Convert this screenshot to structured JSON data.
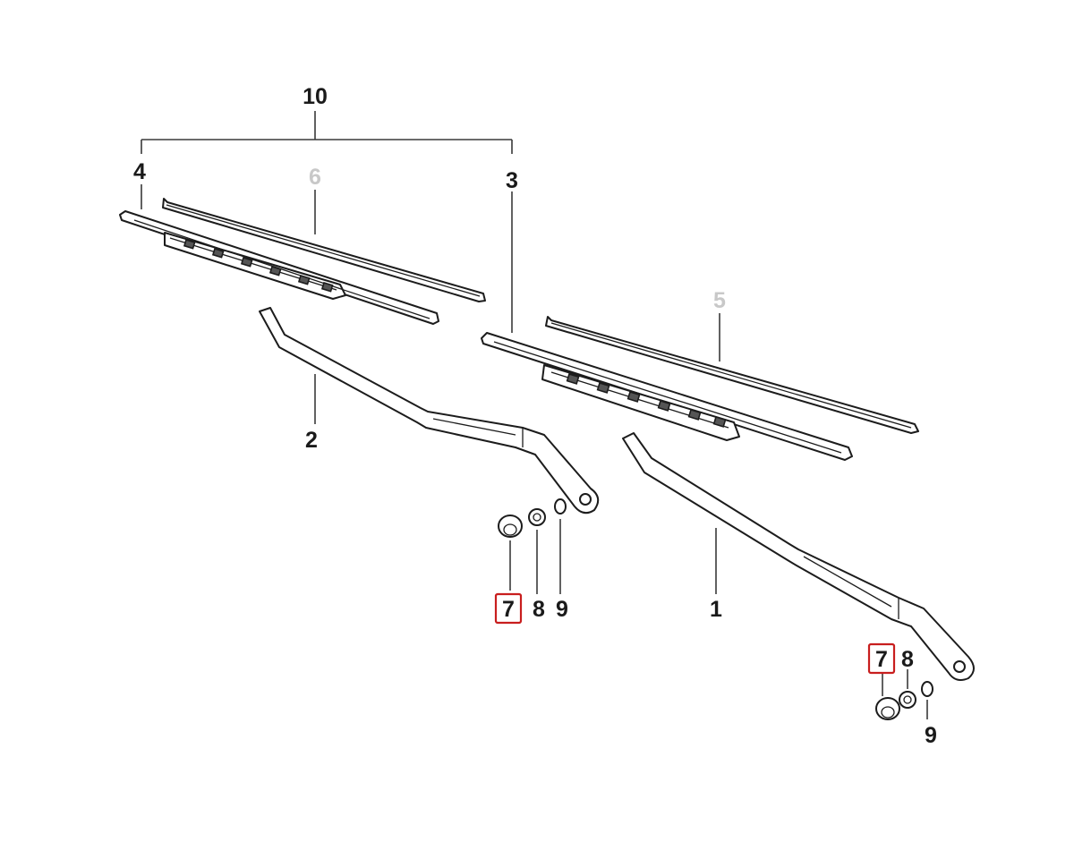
{
  "diagram": {
    "callouts": {
      "c1": "1",
      "c2": "2",
      "c3": "3",
      "c4": "4",
      "c5": "5",
      "c6": "6",
      "c7a": "7",
      "c8a": "8",
      "c9a": "9",
      "c7b": "7",
      "c8b": "8",
      "c9b": "9",
      "c10": "10"
    },
    "colors": {
      "label": "#1a1a1a",
      "label_faded": "#c8c8c8",
      "highlight": "#c81e1e"
    },
    "highlighted_part": "7"
  }
}
